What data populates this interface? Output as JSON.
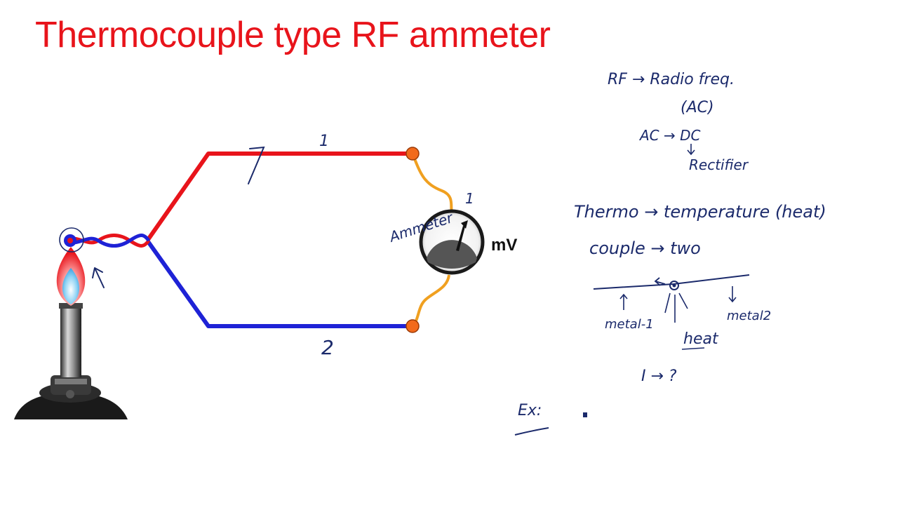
{
  "title": "Thermocouple type RF ammeter",
  "colors": {
    "title": "#e8141b",
    "wire_1": "#e8141b",
    "wire_2": "#1e22d6",
    "lead": "#f0a020",
    "terminal": "#f26a1b",
    "ink": "#1b2a6b"
  },
  "diagram": {
    "wire_1_label": "1",
    "wire_2_label": "2",
    "meter_unit": "mV",
    "meter_label": "Ammeter",
    "meter_marker": "1"
  },
  "notes": {
    "line1": "RF → Radio freq.",
    "line2": "(AC)",
    "line3": "AC → DC",
    "line4": "Rectifier",
    "line5": "Thermo → temperature (heat)",
    "line6": "couple → two",
    "metal_1": "metal-1",
    "metal_2": "metal2",
    "heat": "heat",
    "question": "I → ?",
    "example": "Ex:"
  }
}
